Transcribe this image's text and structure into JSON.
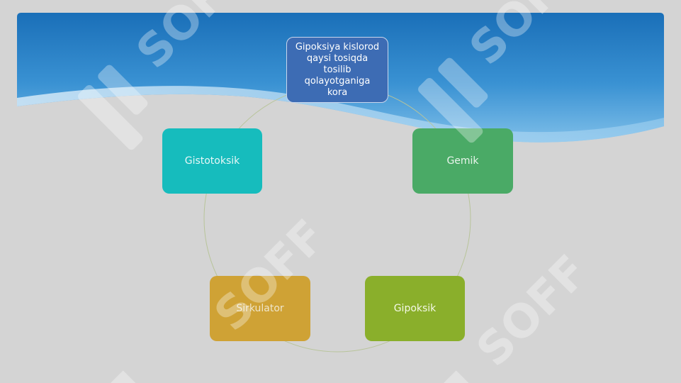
{
  "diagram": {
    "center_item": "Gipoksiya kislorod qaysi tosiqda tosilib qolayotganiga kora",
    "items": [
      {
        "label": "Gemik",
        "color": "#4aaa66"
      },
      {
        "label": "Gipoksik",
        "color": "#8aaf2b"
      },
      {
        "label": "Sirkulator",
        "color": "#cfa235"
      },
      {
        "label": "Gistotoksik",
        "color": "#16bcbd"
      }
    ],
    "top_color": "#3d6cb4"
  },
  "watermark": {
    "text": "SOFF"
  }
}
